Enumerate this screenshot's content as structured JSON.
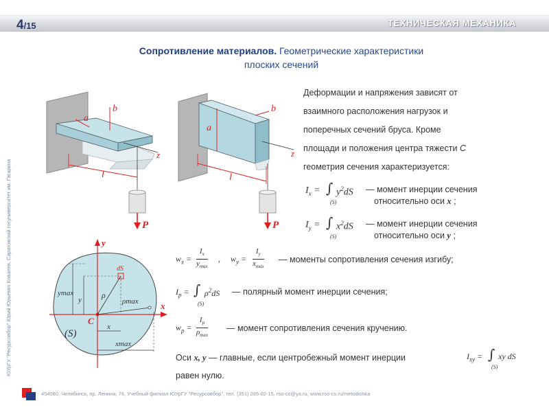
{
  "header": {
    "page_current": "4",
    "page_sep_total": "/15",
    "course_title": "ТЕХНИЧЕСКАЯ МЕХАНИКА"
  },
  "title": {
    "bold_part": "Сопротивление материалов.",
    "rest_part": " Геометрические характеристики",
    "line2": "плоских сечений"
  },
  "figures": {
    "label_a": "a",
    "label_b": "b",
    "label_l": "l",
    "label_z": "z",
    "label_P": "P",
    "label_y": "y",
    "label_x": "x",
    "label_C": "C",
    "label_S": "(S)",
    "label_dS": "dS",
    "label_rho": "ρ",
    "label_rho_max": "ρmax",
    "label_ymax": "ymax",
    "label_xmax": "xmax"
  },
  "description": {
    "line1": "Деформации и напряжения зависят от",
    "line2": "взаимного расположения нагрузок и",
    "line3": "поперечных сечений бруса. Кроме",
    "line4_before": "площади и положения центра тяжести ",
    "line4_var": "C",
    "line5": "геометрия сечения характеризуется:"
  },
  "formulas": {
    "ix_text1": "— момент инерции сечения",
    "ix_text2": "относительно оси",
    "ix_axis": "x",
    "iy_text1": "— момент инерции сечения",
    "iy_text2": "относительно оси",
    "iy_axis": "y",
    "w_text": "— моменты сопротивления сечения изгибу;",
    "ip_text": "— полярный момент инерции сечения;",
    "wp_text": "— момент сопротивления сечения кручению.",
    "main_axes_before": "Оси",
    "main_axes_vars": "x, y",
    "main_axes_after": "— главные, если центробежный момент инерции",
    "main_axes_end": "равен нулю.",
    "integral_region": "(S)"
  },
  "side_text": "ЮУрГУ \"Ресурсовбор\"   Юрий Юрьевич Ковалев, Саратовский госуниверситет им. Гагарина",
  "footer_text": "454080, Челябинск, пр. Ленина, 76, Учебный филиал ЮУрГУ \"Ресурсовбор\", тел. (351) 265-02-15, rso-cs@ya.ru, www.rso-cs.ru/metodichka",
  "colors": {
    "accent": "#e02020",
    "navy": "#243e80",
    "beam": "#c6e3ea",
    "wall": "#b6b6b6"
  }
}
